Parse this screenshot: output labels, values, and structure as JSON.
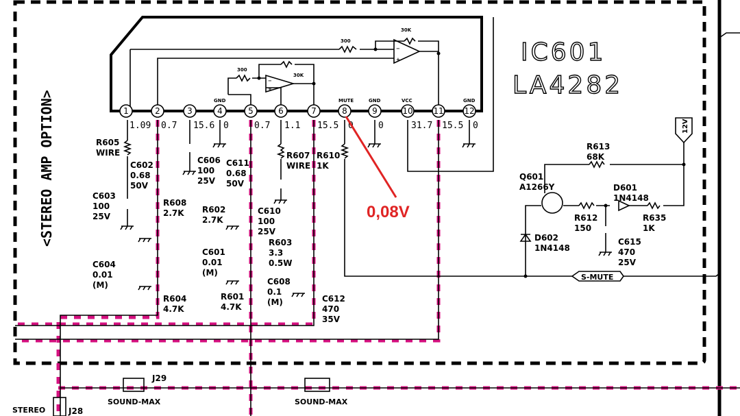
{
  "title": {
    "ic_ref": "IC601",
    "ic_part": "LA4282",
    "section": "<STEREO AMP OPTION>"
  },
  "pins": [
    {
      "n": "1",
      "label": "",
      "voltage": "1.09"
    },
    {
      "n": "2",
      "label": "",
      "voltage": "0.7"
    },
    {
      "n": "3",
      "label": "",
      "voltage": "15.6"
    },
    {
      "n": "4",
      "label": "GND",
      "voltage": "0"
    },
    {
      "n": "5",
      "label": "",
      "voltage": "0.7"
    },
    {
      "n": "6",
      "label": "",
      "voltage": "1.1"
    },
    {
      "n": "7",
      "label": "",
      "voltage": "15.5"
    },
    {
      "n": "8",
      "label": "MUTE",
      "voltage": "0"
    },
    {
      "n": "9",
      "label": "GND",
      "voltage": "0"
    },
    {
      "n": "10",
      "label": "VCC",
      "voltage": "31.7"
    },
    {
      "n": "11",
      "label": "",
      "voltage": "15.5"
    },
    {
      "n": "12",
      "label": "GND",
      "voltage": "0"
    }
  ],
  "opamps": {
    "upper": {
      "rin": "300",
      "rf": "30K"
    },
    "lower": {
      "rin": "300",
      "rf": "30K"
    }
  },
  "components": {
    "R605": [
      "R605",
      "WIRE"
    ],
    "C602": [
      "C602",
      "0.68",
      "50V"
    ],
    "C603": [
      "C603",
      "100",
      "25V"
    ],
    "R608": [
      "R608",
      "2.7K"
    ],
    "C604": [
      "C604",
      "0.01",
      "(M)"
    ],
    "R604": [
      "R604",
      "4.7K"
    ],
    "C606": [
      "C606",
      "100",
      "25V"
    ],
    "C611": [
      "C611",
      "0.68",
      "50V"
    ],
    "R602": [
      "R602",
      "2.7K"
    ],
    "C601": [
      "C601",
      "0.01",
      "(M)"
    ],
    "R601": [
      "R601",
      "4.7K"
    ],
    "R607": [
      "R607",
      "WIRE"
    ],
    "C610": [
      "C610",
      "100",
      "25V"
    ],
    "R603": [
      "R603",
      "3.3",
      "0.5W"
    ],
    "C608": [
      "C608",
      "0.1",
      "(M)"
    ],
    "C612": [
      "C612",
      "470",
      "35V"
    ],
    "R610": [
      "R610",
      "1K"
    ],
    "R613": [
      "R613",
      "68K"
    ],
    "Q601": [
      "Q601",
      "A1266Y"
    ],
    "D601": [
      "D601",
      "1N4148"
    ],
    "R612": [
      "R612",
      "150"
    ],
    "R635": [
      "R635",
      "1K"
    ],
    "C615": [
      "C615",
      "470",
      "25V"
    ],
    "D602": [
      "D602",
      "1N4148"
    ]
  },
  "nets": {
    "supply": "12V",
    "mute": "S-MUTE"
  },
  "connectors": {
    "j29": "J29",
    "j28": "J28",
    "sound_max_1": "SOUND-MAX",
    "sound_max_2": "SOUND-MAX",
    "stereo": "STEREO"
  },
  "annotation": {
    "measurement": "0,08V",
    "color": "#e02424"
  }
}
